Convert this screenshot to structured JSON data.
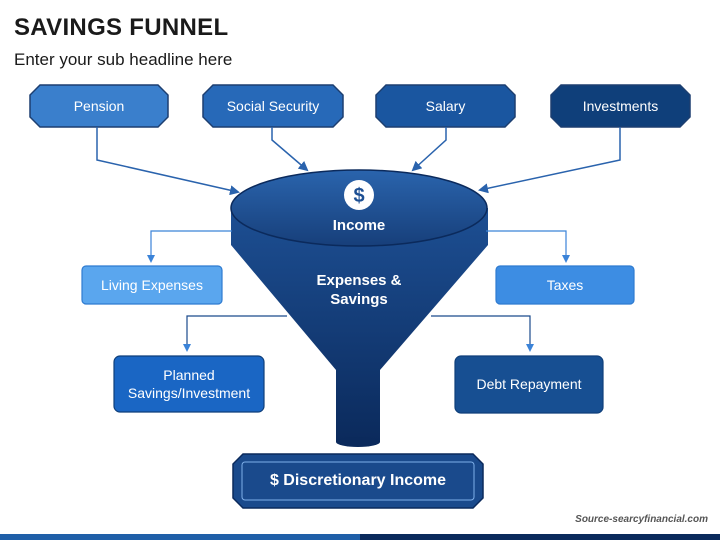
{
  "header": {
    "title": "SAVINGS FUNNEL",
    "subtitle": "Enter your sub headline here"
  },
  "sources": [
    {
      "label": "Pension",
      "color": "#3a7fcc"
    },
    {
      "label": "Social Security",
      "color": "#2769b8"
    },
    {
      "label": "Salary",
      "color": "#1a56a0"
    },
    {
      "label": "Investments",
      "color": "#0f3f7a"
    }
  ],
  "funnel": {
    "icon": "dollar-icon",
    "icon_symbol": "$",
    "top_label": "Income",
    "middle_label": "Expenses & Savings",
    "color_top": "#1d4f93",
    "color_bottom": "#0b2a5c"
  },
  "outflows": {
    "living": {
      "label": "Living Expenses",
      "color": "#5aa6ee"
    },
    "taxes": {
      "label": "Taxes",
      "color": "#3d8de3"
    },
    "planned": {
      "label": "Planned Savings/Investment",
      "color": "#1a66c4"
    },
    "debt": {
      "label": "Debt Repayment",
      "color": "#174f92"
    }
  },
  "result": {
    "label": "$ Discretionary Income",
    "color": "#1a4a8c"
  },
  "footer": {
    "source": "Source-searcyfinancial.com"
  }
}
